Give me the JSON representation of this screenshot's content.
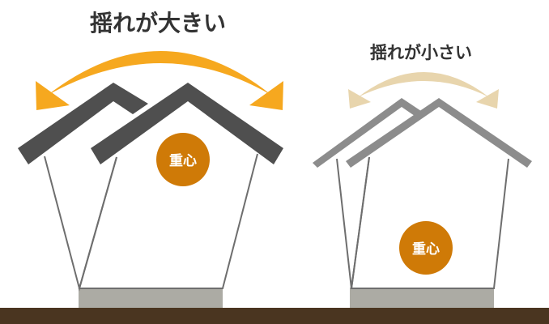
{
  "left_panel": {
    "heading": "揺れが大きい",
    "badge": "重心"
  },
  "right_panel": {
    "heading": "揺れが小さい",
    "badge": "重心"
  },
  "colors": {
    "ground": "#4a3520",
    "foundation": "#acaba4",
    "roof_dark": "#4f4f4f",
    "roof_light": "#8c8c8c",
    "wall_line": "#6e6e6e",
    "arrow_strong": "#f6a81f",
    "arrow_soft": "#e8d5ad",
    "badge": "#cf7a07"
  }
}
